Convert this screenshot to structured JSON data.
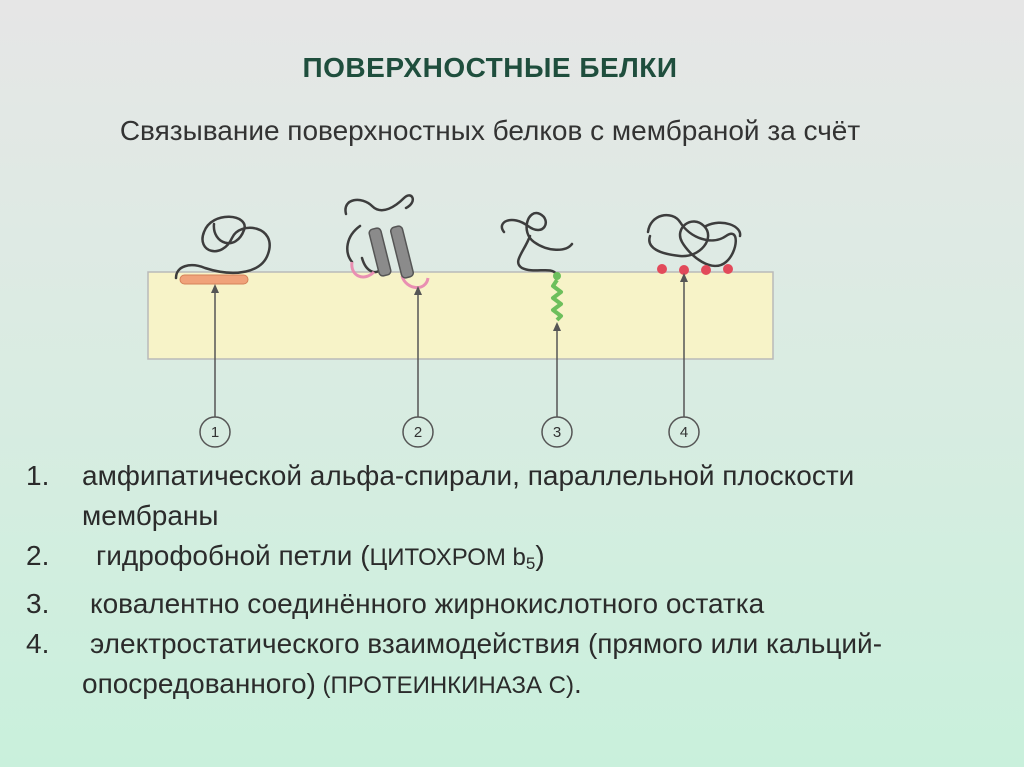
{
  "title": "ПОВЕРХНОСТНЫЕ БЕЛКИ",
  "subtitle": "Связывание поверхностных белков с мембраной за счёт",
  "diagram": {
    "labels": [
      "1",
      "2",
      "3",
      "4"
    ],
    "colors": {
      "membrane": "#f7f3c8",
      "membrane_edge": "#b9b9b9",
      "chain": "#3d3d3d",
      "helix": "#f0a27a",
      "loop": "#e98fb2",
      "fatty_acid": "#6dbf5c",
      "charge": "#e24a5a"
    }
  },
  "items": [
    {
      "number": "1.",
      "text": "амфипатической альфа-спирали, параллельной плоскости мембраны"
    },
    {
      "number": "2.",
      "text": "гидрофобной петли (",
      "note": "ЦИТОХРОМ b",
      "subscript": "5",
      "tail": ")"
    },
    {
      "number": "3.",
      "text": "ковалентно соединённого жирнокислотного остатка"
    },
    {
      "number": "4.",
      "text": "электростатического взаимодействия (прямого или кальций-опосредованного)",
      "note": " (ПРОТЕИНКИНАЗА С)",
      "tail": "."
    }
  ]
}
